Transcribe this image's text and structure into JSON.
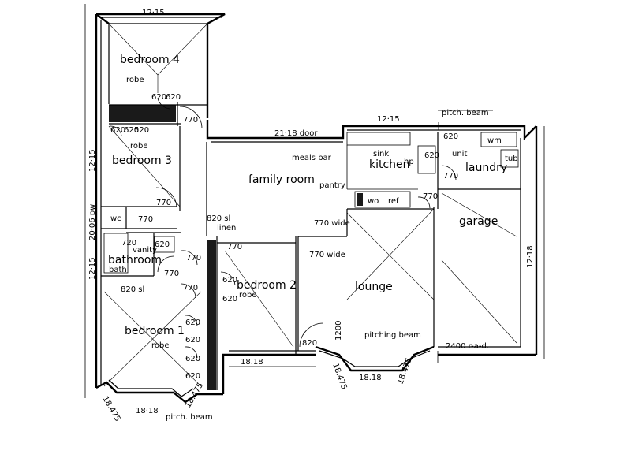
{
  "rooms": {
    "bedroom4": "bedroom 4",
    "bedroom3": "bedroom 3",
    "bedroom2": "bedroom 2",
    "bedroom1": "bedroom 1",
    "family_room": "family room",
    "pantry": "pantry",
    "kitchen": "kitchen",
    "laundry": "laundry",
    "garage": "garage",
    "lounge": "lounge",
    "bathroom": "bathroom",
    "bath": "bath",
    "vanity": "vanity",
    "wc": "wc",
    "linen": "linen",
    "meals_bar": "meals bar",
    "sink": "sink",
    "hp": "hp",
    "unit": "unit",
    "wm": "wm",
    "tub": "tub",
    "ref": "ref",
    "wo": "wo"
  },
  "robes": {
    "b4": "robe",
    "b3": "robe",
    "b2": "robe",
    "b1": "robe"
  },
  "dimensions": {
    "top_b4": "12·15",
    "left_b3": "12·15",
    "left_hall": "20·06 pw",
    "left_bath": "12·15",
    "family_door": "21·18 door",
    "kitchen_top": "12·15",
    "pitch_beam_top": "pitch. beam",
    "right_garage": "12·18",
    "bottom_b2": "18.18",
    "bottom_lounge": "18.18",
    "bay_left": "18.475",
    "bay_right": "18.475",
    "bottom_b1": "18·18",
    "pitch_beam_bottom": "pitch. beam",
    "pitching_beam": "pitching beam",
    "garage_door": "2400 r-a-d.",
    "b1_bay_left": "18.475",
    "b1_bay_right": "18.475",
    "lounge_1200": "1200",
    "lounge_820": "820",
    "wide1": "770 wide",
    "wide2": "770 wide",
    "sl1": "820 sl",
    "sl2": "820 sl",
    "d770_a": "770",
    "d770_b": "770",
    "d770_c": "770",
    "d770_d": "770",
    "d770_e": "770",
    "d770_f": "770",
    "d770_g": "770",
    "d770_h": "770",
    "d770_i": "770",
    "d620_a": "620",
    "d620_b": "620",
    "d620_c": "620",
    "d620_d": "620",
    "d620_e": "620",
    "d620_f": "620",
    "d620_g": "620",
    "d620_h": "620",
    "d620_i": "620",
    "d620_j": "620",
    "d620_k": "620",
    "d620_l": "620",
    "d620_m": "620",
    "d720": "720",
    "d520": "520"
  }
}
